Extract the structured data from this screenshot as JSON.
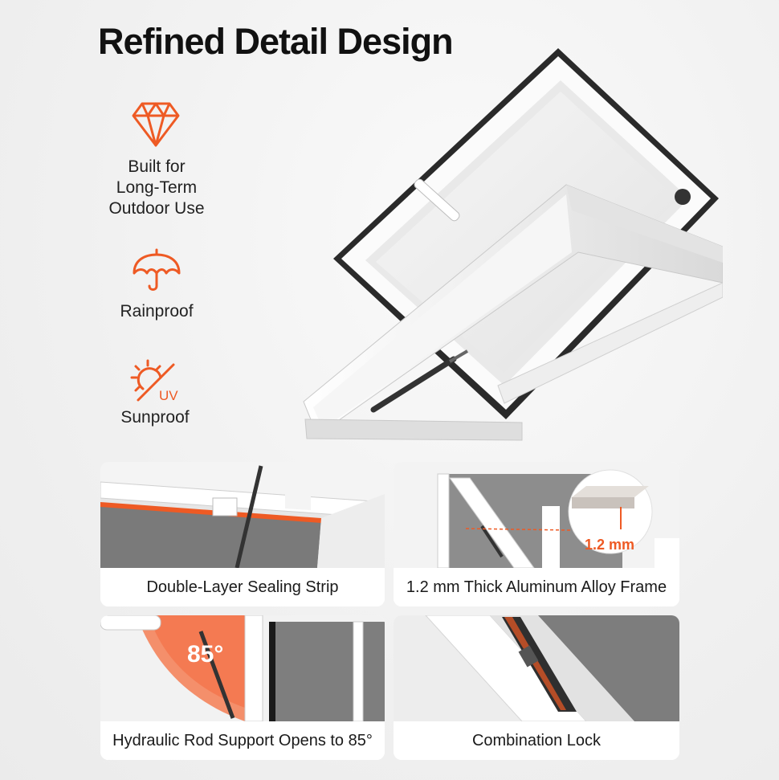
{
  "title": "Refined Detail Design",
  "accent_color": "#ee5a24",
  "features": [
    {
      "icon": "diamond-icon",
      "label_lines": [
        "Built for",
        "Long-Term",
        "Outdoor Use"
      ]
    },
    {
      "icon": "umbrella-icon",
      "label_lines": [
        "Rainproof"
      ]
    },
    {
      "icon": "sun-uv-icon",
      "label_lines": [
        "Sunproof"
      ],
      "icon_text": "UV"
    }
  ],
  "cards": [
    {
      "caption": "Double-Layer Sealing Strip"
    },
    {
      "caption": "1.2 mm Thick Aluminum Alloy Frame",
      "badge": "1.2 mm"
    },
    {
      "caption": "Hydraulic Rod Support Opens to 85°",
      "badge": "85°"
    },
    {
      "caption": "Combination Lock"
    }
  ]
}
